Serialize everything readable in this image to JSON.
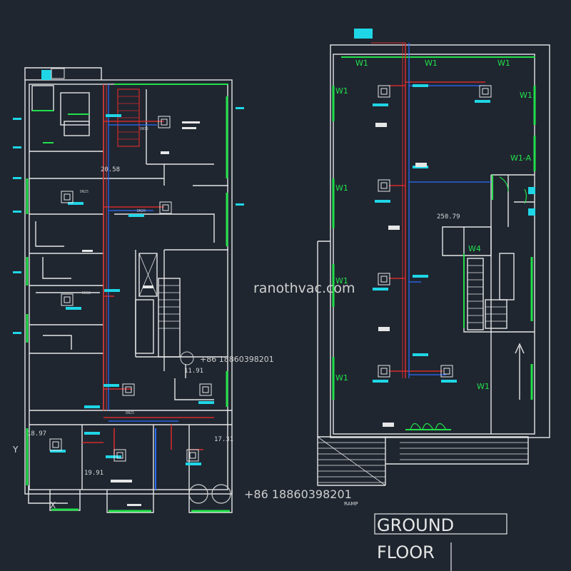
{
  "colors": {
    "background": "#1f2630",
    "wall": "#e6e6e6",
    "window": "#22e04a",
    "duct_red": "#d32a2a",
    "pipe_blue": "#2a6cff",
    "unit_cyan": "#1fd6e6",
    "text": "#d8d8d8",
    "watermark": "#cfcfcf"
  },
  "left_plan": {
    "area_labels": [
      "20.58",
      "11.91",
      "18.97",
      "19.91",
      "17.31"
    ],
    "title_tags": [
      "DN32",
      "DN25",
      "DN20",
      "DN32",
      "DN25"
    ],
    "corner_label": "Y",
    "corner_label_2": "X"
  },
  "right_plan": {
    "window_labels": [
      "W1",
      "W1",
      "W1",
      "W1",
      "W1",
      "W1-A",
      "W1",
      "W1",
      "W1",
      "W1",
      "W4"
    ],
    "area_label": "250.79",
    "ramp_label": "RAMP"
  },
  "title_block": {
    "line1": "GROUND",
    "line2": "FLOOR"
  },
  "watermarks": {
    "site": "ranothvac.com",
    "phone1": "+86 18860398201",
    "phone2": "+86 18860398201"
  }
}
